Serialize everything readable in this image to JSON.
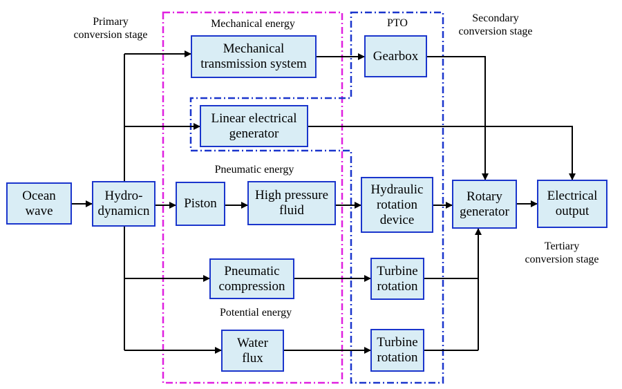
{
  "labels": {
    "primary": "Primary\nconversion stage",
    "secondary": "Secondary\nconversion stage",
    "tertiary": "Tertiary\nconversion stage",
    "mechanical": "Mechanical energy",
    "pto": "PTO",
    "pneumatic": "Pneumatic energy",
    "potential": "Potential energy"
  },
  "nodes": {
    "ocean": "Ocean\nwave",
    "hydro": "Hydro-\ndynamicn",
    "mech": "Mechanical\ntransmission system",
    "gearbox": "Gearbox",
    "linear": "Linear electrical\ngenerator",
    "piston": "Piston",
    "hpf": "High pressure\nfluid",
    "hrd": "Hydraulic\nrotation\ndevice",
    "rotary": "Rotary\ngenerator",
    "elec": "Electrical\noutput",
    "pneu": "Pneumatic\ncompression",
    "turb1": "Turbine\nrotation",
    "water": "Water\nflux",
    "turb2": "Turbine\nrotation"
  },
  "colors": {
    "node_fill": "#d9edf5",
    "node_border": "#1a35cc",
    "magenta": "#e020e0",
    "blue": "#1a35cc",
    "arrow": "#000000"
  }
}
